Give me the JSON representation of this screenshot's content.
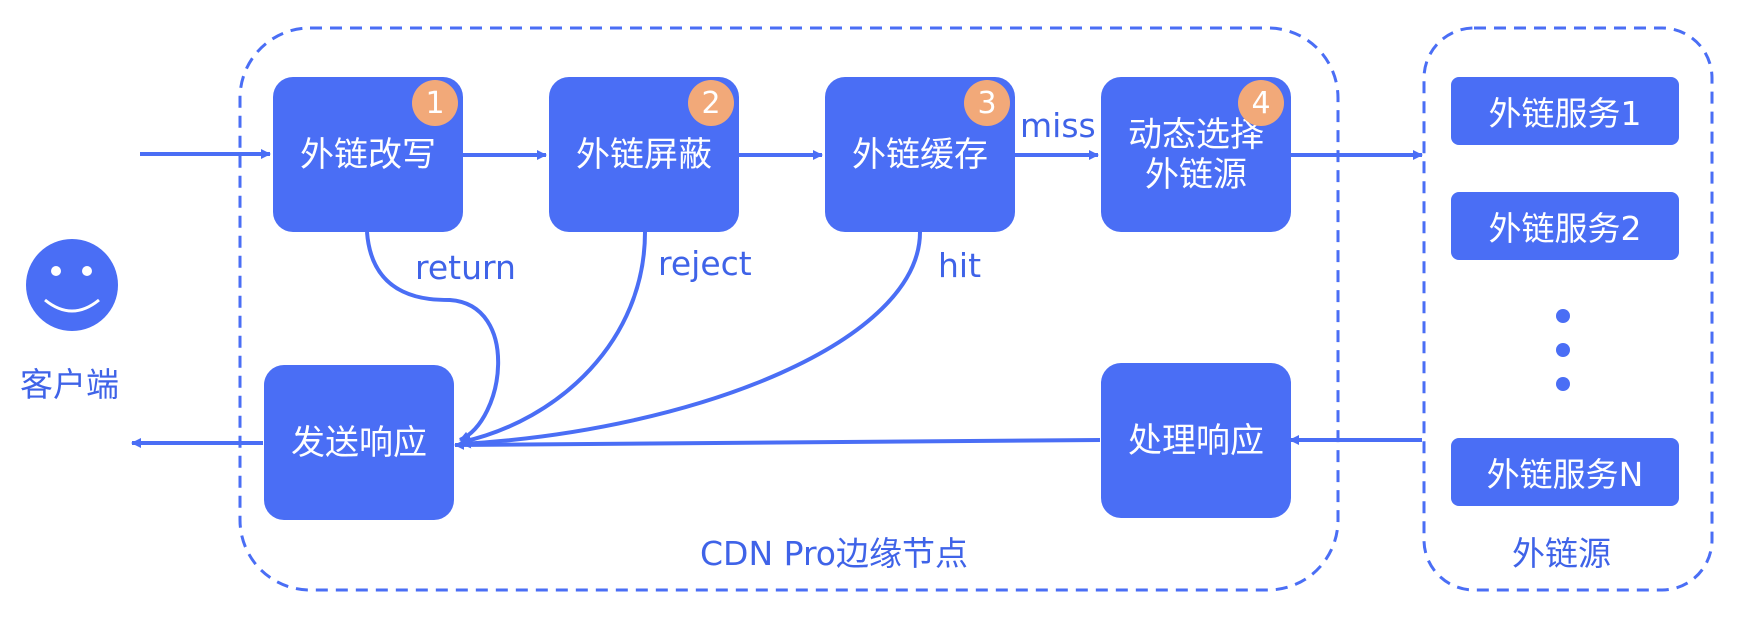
{
  "client": {
    "label": "客户端"
  },
  "edge": {
    "label": "CDN Pro边缘节点"
  },
  "origin_group": {
    "label": "外链源"
  },
  "steps": [
    {
      "label": "外链改写",
      "badge": "1"
    },
    {
      "label": "外链屏蔽",
      "badge": "2"
    },
    {
      "label": "外链缓存",
      "badge": "3"
    },
    {
      "label": "动态选择\n外链源",
      "badge": "4"
    }
  ],
  "send_response": {
    "label": "发送响应"
  },
  "process_response": {
    "label": "处理响应"
  },
  "edges": {
    "return": "return",
    "reject": "reject",
    "hit": "hit",
    "miss": "miss"
  },
  "origin_services": [
    "外链服务1",
    "外链服务2",
    "外链服务N"
  ],
  "colors": {
    "primary": "#4a6ef5",
    "badge": "#f2a979",
    "text": "#3f63e8"
  },
  "icons": {
    "client": "smiley-face-icon"
  }
}
